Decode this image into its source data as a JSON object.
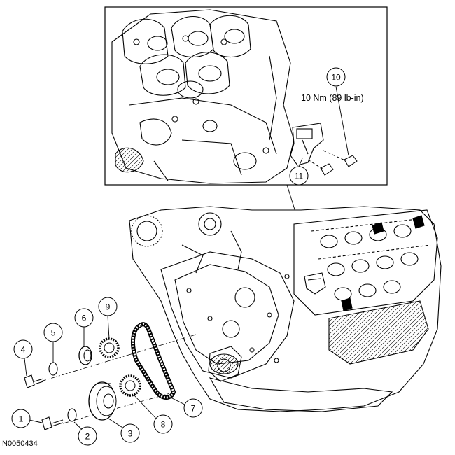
{
  "figure_id": "N0050434",
  "torque_spec": "10 Nm (89 lb-in)",
  "callouts": [
    {
      "id": "c1",
      "label": "1"
    },
    {
      "id": "c2",
      "label": "2"
    },
    {
      "id": "c3",
      "label": "3"
    },
    {
      "id": "c4",
      "label": "4"
    },
    {
      "id": "c5",
      "label": "5"
    },
    {
      "id": "c6",
      "label": "6"
    },
    {
      "id": "c7",
      "label": "7"
    },
    {
      "id": "c8",
      "label": "8"
    },
    {
      "id": "c9",
      "label": "9"
    },
    {
      "id": "c10",
      "label": "10"
    },
    {
      "id": "c11",
      "label": "11"
    }
  ]
}
